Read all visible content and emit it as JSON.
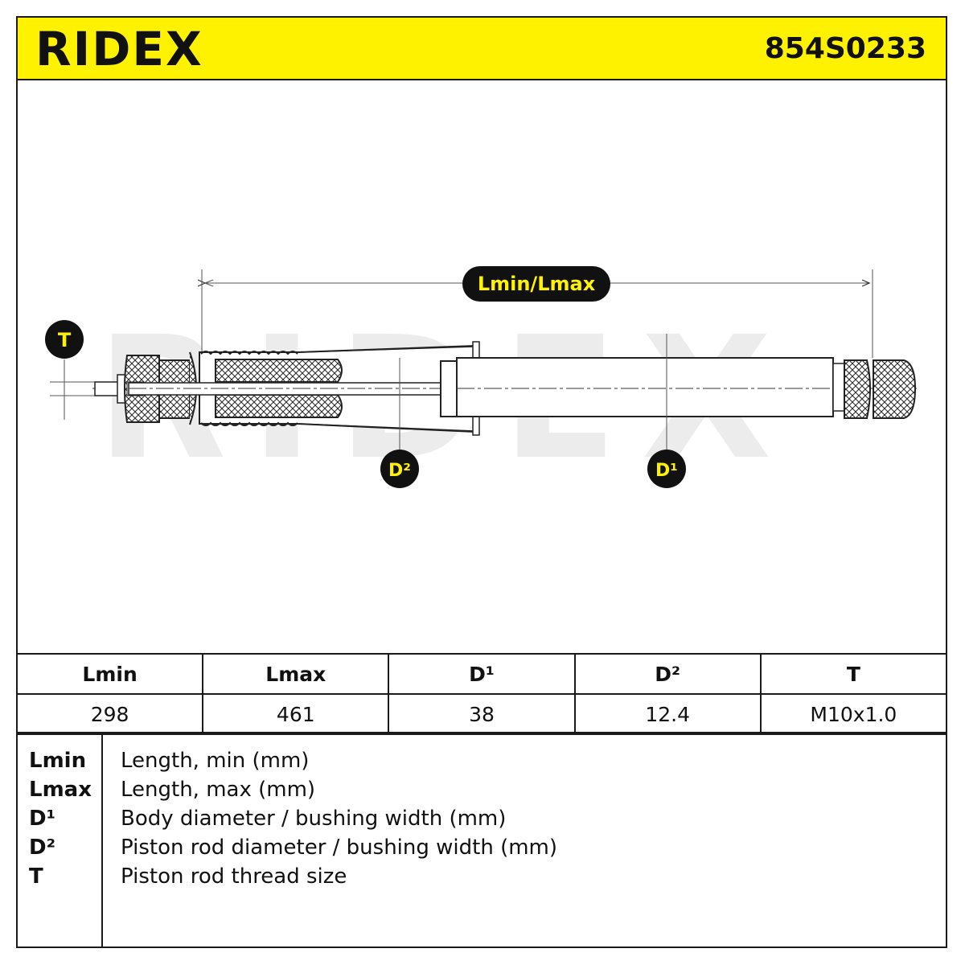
{
  "header": {
    "brand": "RIDEX",
    "part_number": "854S0233"
  },
  "diagram": {
    "watermark": "RIDEX",
    "labels": {
      "length": "Lmin/Lmax",
      "thread": "T",
      "rod_diameter": "D²",
      "body_diameter": "D¹"
    },
    "colors": {
      "accent": "#fff200",
      "ink": "#111111",
      "watermark": "#ececec"
    }
  },
  "specs": {
    "columns": [
      "Lmin",
      "Lmax",
      "D¹",
      "D²",
      "T"
    ],
    "values": [
      "298",
      "461",
      "38",
      "12.4",
      "M10x1.0"
    ]
  },
  "legend": [
    {
      "key": "Lmin",
      "desc": "Length, min (mm)"
    },
    {
      "key": "Lmax",
      "desc": "Length, max (mm)"
    },
    {
      "key": "D¹",
      "desc": "Body diameter / bushing width (mm)"
    },
    {
      "key": "D²",
      "desc": "Piston rod diameter / bushing width (mm)"
    },
    {
      "key": "T",
      "desc": "Piston rod thread size"
    }
  ]
}
